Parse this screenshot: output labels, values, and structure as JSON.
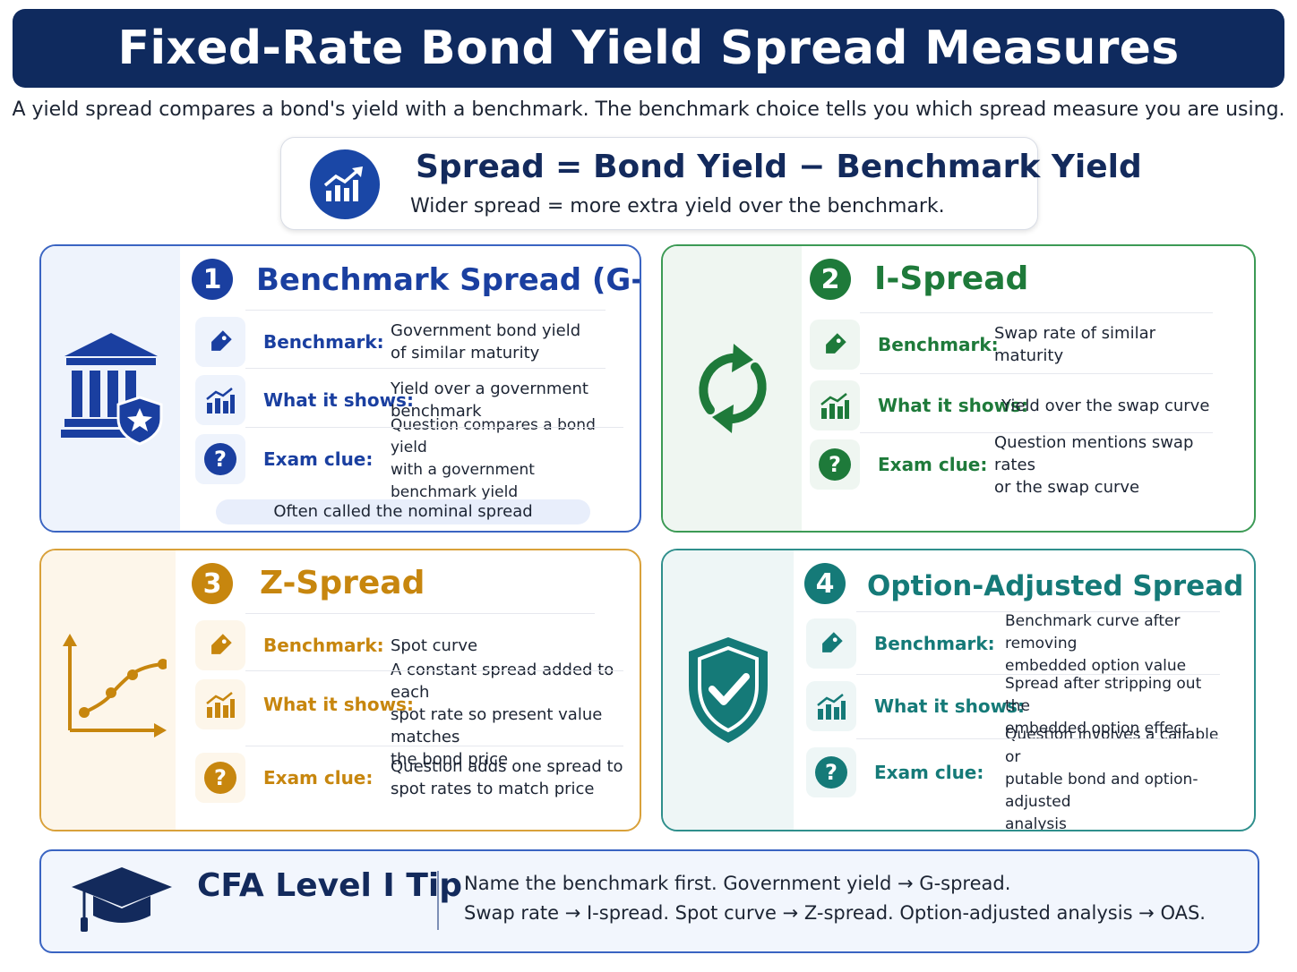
{
  "title": "Fixed-Rate Bond Yield Spread Measures",
  "subtitle": "A yield spread compares a bond's yield with a benchmark. The benchmark choice tells you which spread measure you are using.",
  "formula": {
    "left": "Spread",
    "op1": "=",
    "middle": "Bond Yield",
    "op2": "−",
    "right": "Benchmark Yield",
    "note": "Wider spread = more extra yield over the benchmark.",
    "icon": "trend-up-chart-icon"
  },
  "labels": {
    "benchmark": "Benchmark:",
    "shows": "What it shows:",
    "clue": "Exam clue:"
  },
  "cards": [
    {
      "number": "1",
      "title": "Benchmark Spread (G-Spread)",
      "color": "#1a3fa0",
      "icon": "government-building-icon",
      "benchmark": [
        "Government bond yield",
        "of similar maturity"
      ],
      "shows": [
        "Yield over a government",
        "benchmark"
      ],
      "clue": [
        "Question compares a bond yield",
        "with a government benchmark yield"
      ],
      "note": "Often called the nominal spread"
    },
    {
      "number": "2",
      "title": "I-Spread",
      "color": "#1e7a3a",
      "icon": "swap-arrows-icon",
      "benchmark": [
        "Swap rate of similar maturity"
      ],
      "shows": [
        "Yield over the swap curve"
      ],
      "clue": [
        "Question mentions swap rates",
        "or the swap curve"
      ]
    },
    {
      "number": "3",
      "title": "Z-Spread",
      "color": "#c7860e",
      "icon": "spot-curve-chart-icon",
      "benchmark": [
        "Spot curve"
      ],
      "shows": [
        "A constant spread added to each",
        "spot rate so present value matches",
        "the bond price"
      ],
      "clue": [
        "Question adds one spread to",
        "spot rates to match price"
      ]
    },
    {
      "number": "4",
      "title": "Option-Adjusted Spread (OAS)",
      "color": "#157a78",
      "icon": "shield-check-icon",
      "benchmark": [
        "Benchmark curve after removing",
        "embedded option value"
      ],
      "shows": [
        "Spread after stripping out the",
        "embedded option effect"
      ],
      "clue": [
        "Question involves a callable or",
        "putable bond and option-adjusted",
        "analysis"
      ]
    }
  ],
  "tip": {
    "title": "CFA Level I Tip",
    "line1": "Name the benchmark first. Government yield → G-spread.",
    "line2": "Swap rate → I-spread. Spot curve → Z-spread. Option-adjusted analysis → OAS.",
    "icon": "graduation-cap-icon"
  }
}
